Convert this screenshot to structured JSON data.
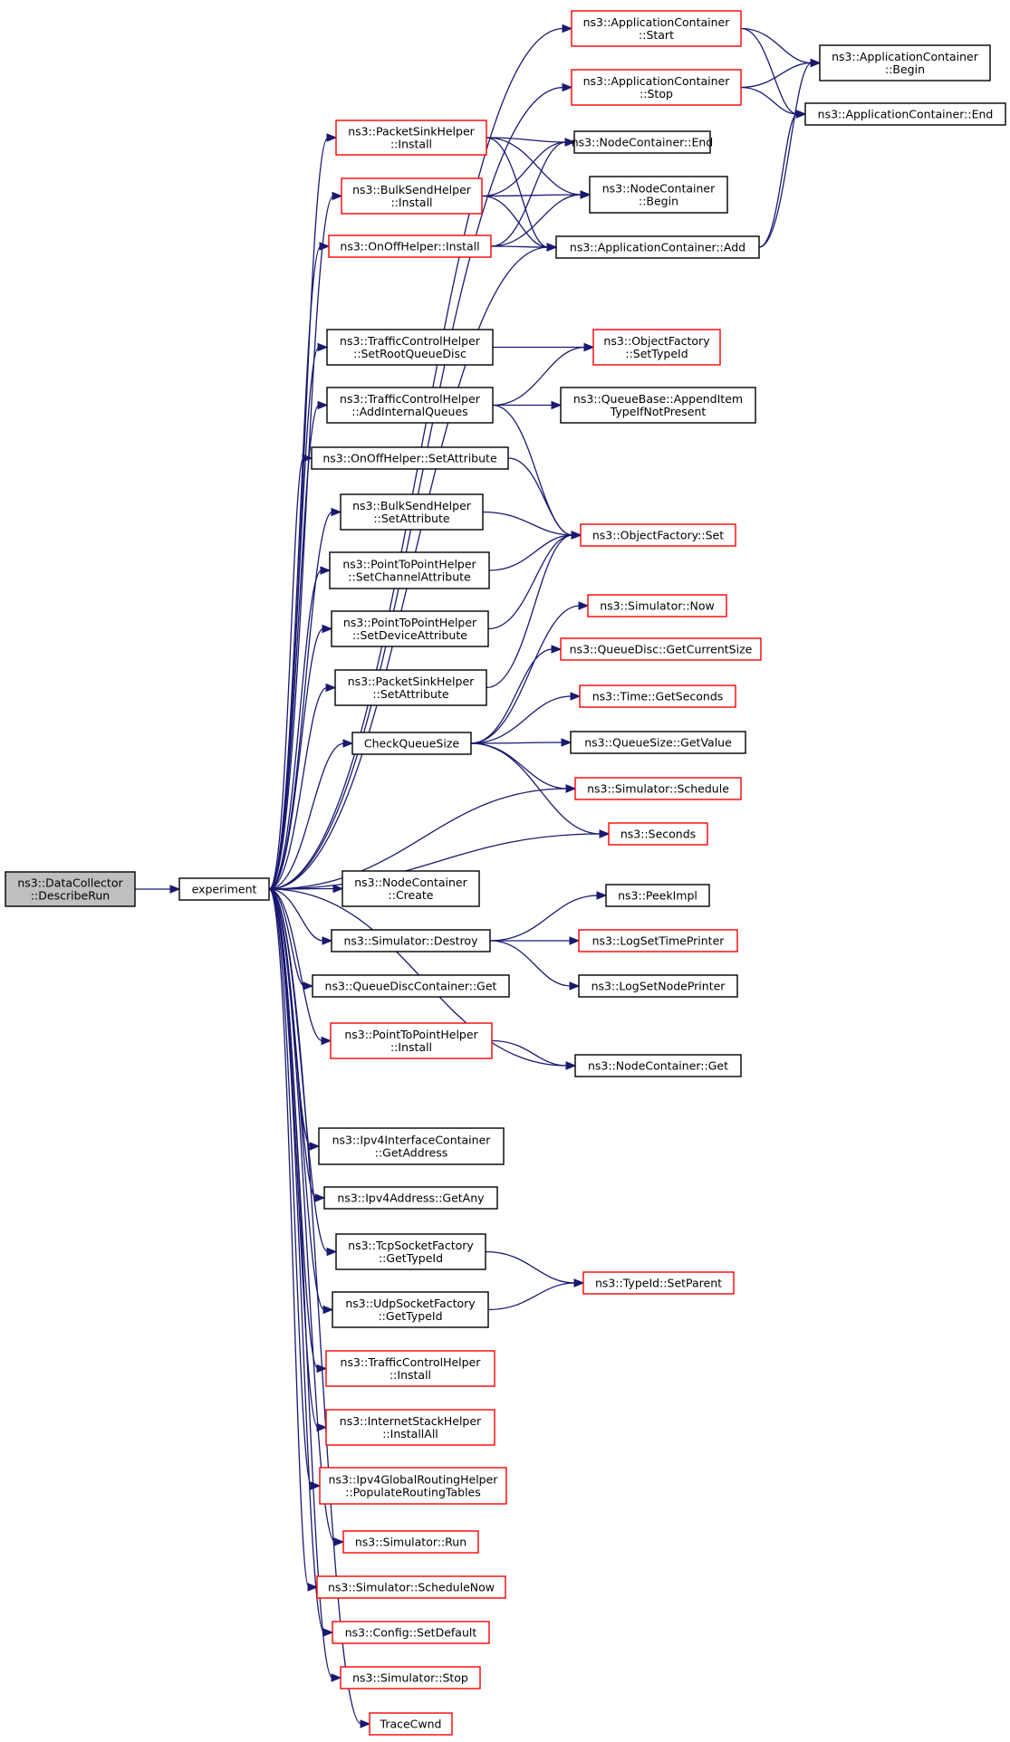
{
  "colors": {
    "edge": "#191970",
    "node_border_default": "#000000",
    "node_border_incomplete": "#ff0000",
    "root_fill": "#bfbfbf",
    "node_fill": "#ffffff"
  },
  "nodes": [
    {
      "id": "describeRun",
      "lines": [
        "ns3::DataCollector",
        "::DescribeRun"
      ],
      "style": "root"
    },
    {
      "id": "experiment",
      "lines": [
        "experiment"
      ],
      "style": "black"
    },
    {
      "id": "appStart",
      "lines": [
        "ns3::ApplicationContainer",
        "::Start"
      ],
      "style": "red"
    },
    {
      "id": "appStop",
      "lines": [
        "ns3::ApplicationContainer",
        "::Stop"
      ],
      "style": "red"
    },
    {
      "id": "appBegin",
      "lines": [
        "ns3::ApplicationContainer",
        "::Begin"
      ],
      "style": "black"
    },
    {
      "id": "appEnd",
      "lines": [
        "ns3::ApplicationContainer::End"
      ],
      "style": "black"
    },
    {
      "id": "sinkInstall",
      "lines": [
        "ns3::PacketSinkHelper",
        "::Install"
      ],
      "style": "red"
    },
    {
      "id": "bulkInstall",
      "lines": [
        "ns3::BulkSendHelper",
        "::Install"
      ],
      "style": "red"
    },
    {
      "id": "onoffInstall",
      "lines": [
        "ns3::OnOffHelper::Install"
      ],
      "style": "red"
    },
    {
      "id": "ncEnd",
      "lines": [
        "ns3::NodeContainer::End"
      ],
      "style": "black"
    },
    {
      "id": "ncBegin",
      "lines": [
        "ns3::NodeContainer",
        "::Begin"
      ],
      "style": "black"
    },
    {
      "id": "appAdd",
      "lines": [
        "ns3::ApplicationContainer::Add"
      ],
      "style": "black"
    },
    {
      "id": "tcSetRoot",
      "lines": [
        "ns3::TrafficControlHelper",
        "::SetRootQueueDisc"
      ],
      "style": "black"
    },
    {
      "id": "tcAddInternal",
      "lines": [
        "ns3::TrafficControlHelper",
        "::AddInternalQueues"
      ],
      "style": "black"
    },
    {
      "id": "ofSetTypeId",
      "lines": [
        "ns3::ObjectFactory",
        "::SetTypeId"
      ],
      "style": "red"
    },
    {
      "id": "qbAppend",
      "lines": [
        "ns3::QueueBase::AppendItem",
        "TypeIfNotPresent"
      ],
      "style": "black"
    },
    {
      "id": "onoffSetAttr",
      "lines": [
        "ns3::OnOffHelper::SetAttribute"
      ],
      "style": "black"
    },
    {
      "id": "bulkSetAttr",
      "lines": [
        "ns3::BulkSendHelper",
        "::SetAttribute"
      ],
      "style": "black"
    },
    {
      "id": "ofSet",
      "lines": [
        "ns3::ObjectFactory::Set"
      ],
      "style": "red"
    },
    {
      "id": "p2pSetChan",
      "lines": [
        "ns3::PointToPointHelper",
        "::SetChannelAttribute"
      ],
      "style": "black"
    },
    {
      "id": "p2pSetDev",
      "lines": [
        "ns3::PointToPointHelper",
        "::SetDeviceAttribute"
      ],
      "style": "black"
    },
    {
      "id": "simNow",
      "lines": [
        "ns3::Simulator::Now"
      ],
      "style": "red"
    },
    {
      "id": "qdGetSize",
      "lines": [
        "ns3::QueueDisc::GetCurrentSize"
      ],
      "style": "red"
    },
    {
      "id": "sinkSetAttr",
      "lines": [
        "ns3::PacketSinkHelper",
        "::SetAttribute"
      ],
      "style": "black"
    },
    {
      "id": "timeGetSec",
      "lines": [
        "ns3::Time::GetSeconds"
      ],
      "style": "red"
    },
    {
      "id": "checkQueue",
      "lines": [
        "CheckQueueSize"
      ],
      "style": "black"
    },
    {
      "id": "qsGetValue",
      "lines": [
        "ns3::QueueSize::GetValue"
      ],
      "style": "black"
    },
    {
      "id": "simSchedule",
      "lines": [
        "ns3::Simulator::Schedule"
      ],
      "style": "red"
    },
    {
      "id": "seconds",
      "lines": [
        "ns3::Seconds"
      ],
      "style": "red"
    },
    {
      "id": "ncCreate",
      "lines": [
        "ns3::NodeContainer",
        "::Create"
      ],
      "style": "black"
    },
    {
      "id": "peekImpl",
      "lines": [
        "ns3::PeekImpl"
      ],
      "style": "black"
    },
    {
      "id": "simDestroy",
      "lines": [
        "ns3::Simulator::Destroy"
      ],
      "style": "black"
    },
    {
      "id": "logTime",
      "lines": [
        "ns3::LogSetTimePrinter"
      ],
      "style": "red"
    },
    {
      "id": "logNode",
      "lines": [
        "ns3::LogSetNodePrinter"
      ],
      "style": "black"
    },
    {
      "id": "qdcGet",
      "lines": [
        "ns3::QueueDiscContainer::Get"
      ],
      "style": "black"
    },
    {
      "id": "p2pInstall",
      "lines": [
        "ns3::PointToPointHelper",
        "::Install"
      ],
      "style": "red"
    },
    {
      "id": "ncGet",
      "lines": [
        "ns3::NodeContainer::Get"
      ],
      "style": "black"
    },
    {
      "id": "ipv4IfcGetAddr",
      "lines": [
        "ns3::Ipv4InterfaceContainer",
        "::GetAddress"
      ],
      "style": "black"
    },
    {
      "id": "ipv4Any",
      "lines": [
        "ns3::Ipv4Address::GetAny"
      ],
      "style": "black"
    },
    {
      "id": "tcpTypeId",
      "lines": [
        "ns3::TcpSocketFactory",
        "::GetTypeId"
      ],
      "style": "black"
    },
    {
      "id": "setParent",
      "lines": [
        "ns3::TypeId::SetParent"
      ],
      "style": "red"
    },
    {
      "id": "udpTypeId",
      "lines": [
        "ns3::UdpSocketFactory",
        "::GetTypeId"
      ],
      "style": "black"
    },
    {
      "id": "tcInstall",
      "lines": [
        "ns3::TrafficControlHelper",
        "::Install"
      ],
      "style": "red"
    },
    {
      "id": "internetInstallAll",
      "lines": [
        "ns3::InternetStackHelper",
        "::InstallAll"
      ],
      "style": "red"
    },
    {
      "id": "populateRouting",
      "lines": [
        "ns3::Ipv4GlobalRoutingHelper",
        "::PopulateRoutingTables"
      ],
      "style": "red"
    },
    {
      "id": "simRun",
      "lines": [
        "ns3::Simulator::Run"
      ],
      "style": "red"
    },
    {
      "id": "simScheduleNow",
      "lines": [
        "ns3::Simulator::ScheduleNow"
      ],
      "style": "red"
    },
    {
      "id": "cfgSetDefault",
      "lines": [
        "ns3::Config::SetDefault"
      ],
      "style": "red"
    },
    {
      "id": "simStop",
      "lines": [
        "ns3::Simulator::Stop"
      ],
      "style": "red"
    },
    {
      "id": "traceCwnd",
      "lines": [
        "TraceCwnd"
      ],
      "style": "red"
    }
  ],
  "edges": [
    [
      "describeRun",
      "experiment"
    ],
    [
      "experiment",
      "appStart"
    ],
    [
      "experiment",
      "appStop"
    ],
    [
      "experiment",
      "sinkInstall"
    ],
    [
      "experiment",
      "bulkInstall"
    ],
    [
      "experiment",
      "onoffInstall"
    ],
    [
      "experiment",
      "appAdd"
    ],
    [
      "experiment",
      "tcSetRoot"
    ],
    [
      "experiment",
      "tcAddInternal"
    ],
    [
      "experiment",
      "onoffSetAttr"
    ],
    [
      "experiment",
      "bulkSetAttr"
    ],
    [
      "experiment",
      "p2pSetChan"
    ],
    [
      "experiment",
      "p2pSetDev"
    ],
    [
      "experiment",
      "sinkSetAttr"
    ],
    [
      "experiment",
      "checkQueue"
    ],
    [
      "experiment",
      "simSchedule"
    ],
    [
      "experiment",
      "seconds"
    ],
    [
      "experiment",
      "ncCreate"
    ],
    [
      "experiment",
      "simDestroy"
    ],
    [
      "experiment",
      "qdcGet"
    ],
    [
      "experiment",
      "p2pInstall"
    ],
    [
      "experiment",
      "ncGet"
    ],
    [
      "experiment",
      "ipv4IfcGetAddr"
    ],
    [
      "experiment",
      "ipv4Any"
    ],
    [
      "experiment",
      "tcpTypeId"
    ],
    [
      "experiment",
      "udpTypeId"
    ],
    [
      "experiment",
      "tcInstall"
    ],
    [
      "experiment",
      "internetInstallAll"
    ],
    [
      "experiment",
      "populateRouting"
    ],
    [
      "experiment",
      "simRun"
    ],
    [
      "experiment",
      "simScheduleNow"
    ],
    [
      "experiment",
      "cfgSetDefault"
    ],
    [
      "experiment",
      "simStop"
    ],
    [
      "experiment",
      "traceCwnd"
    ],
    [
      "appStart",
      "appBegin"
    ],
    [
      "appStart",
      "appEnd"
    ],
    [
      "appStop",
      "appBegin"
    ],
    [
      "appStop",
      "appEnd"
    ],
    [
      "sinkInstall",
      "ncEnd"
    ],
    [
      "sinkInstall",
      "ncBegin"
    ],
    [
      "sinkInstall",
      "appAdd"
    ],
    [
      "bulkInstall",
      "ncEnd"
    ],
    [
      "bulkInstall",
      "ncBegin"
    ],
    [
      "bulkInstall",
      "appAdd"
    ],
    [
      "onoffInstall",
      "ncEnd"
    ],
    [
      "onoffInstall",
      "ncBegin"
    ],
    [
      "onoffInstall",
      "appAdd"
    ],
    [
      "appAdd",
      "appBegin"
    ],
    [
      "appAdd",
      "appEnd"
    ],
    [
      "tcSetRoot",
      "ofSetTypeId"
    ],
    [
      "tcAddInternal",
      "ofSetTypeId"
    ],
    [
      "tcAddInternal",
      "qbAppend"
    ],
    [
      "tcAddInternal",
      "ofSet"
    ],
    [
      "onoffSetAttr",
      "ofSet"
    ],
    [
      "bulkSetAttr",
      "ofSet"
    ],
    [
      "p2pSetChan",
      "ofSet"
    ],
    [
      "p2pSetDev",
      "ofSet"
    ],
    [
      "sinkSetAttr",
      "ofSet"
    ],
    [
      "checkQueue",
      "simNow"
    ],
    [
      "checkQueue",
      "qdGetSize"
    ],
    [
      "checkQueue",
      "timeGetSec"
    ],
    [
      "checkQueue",
      "qsGetValue"
    ],
    [
      "checkQueue",
      "simSchedule"
    ],
    [
      "checkQueue",
      "seconds"
    ],
    [
      "simDestroy",
      "peekImpl"
    ],
    [
      "simDestroy",
      "logTime"
    ],
    [
      "simDestroy",
      "logNode"
    ],
    [
      "p2pInstall",
      "ncGet"
    ],
    [
      "tcpTypeId",
      "setParent"
    ],
    [
      "udpTypeId",
      "setParent"
    ]
  ]
}
